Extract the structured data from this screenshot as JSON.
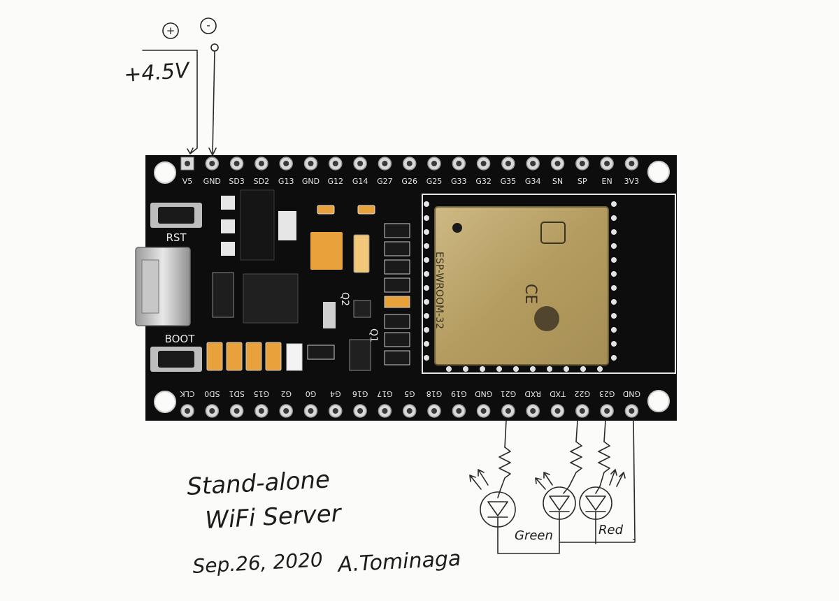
{
  "power": {
    "plus_symbol": "+",
    "minus_symbol": "-",
    "voltage": "+4.5V"
  },
  "board": {
    "top_pins": [
      "V5",
      "GND",
      "SD3",
      "SD2",
      "G13",
      "GND",
      "G12",
      "G14",
      "G27",
      "G26",
      "G25",
      "G33",
      "G32",
      "G35",
      "G34",
      "SN",
      "SP",
      "EN",
      "3V3"
    ],
    "bottom_pins": [
      "CLK",
      "SD0",
      "SD1",
      "G15",
      "G2",
      "G0",
      "G4",
      "G16",
      "G17",
      "G5",
      "G18",
      "G19",
      "GND",
      "G21",
      "RXD",
      "TXD",
      "G22",
      "G23",
      "GND"
    ],
    "buttons": {
      "rst": "RST",
      "boot": "BOOT"
    },
    "transistors": {
      "q1": "Q1",
      "q2": "Q2"
    },
    "module_label": "ESP-WROOM-32",
    "colors": {
      "pcb": "#0d0d0d",
      "shield": "#b9a36a",
      "cap": "#e9a23b"
    }
  },
  "leds": {
    "green_label": "Green",
    "red_label": "Red"
  },
  "notes": {
    "title_line1": "Stand-alone",
    "title_line2": "WiFi Server",
    "date": "Sep.26, 2020",
    "author": "A.Tominaga"
  }
}
